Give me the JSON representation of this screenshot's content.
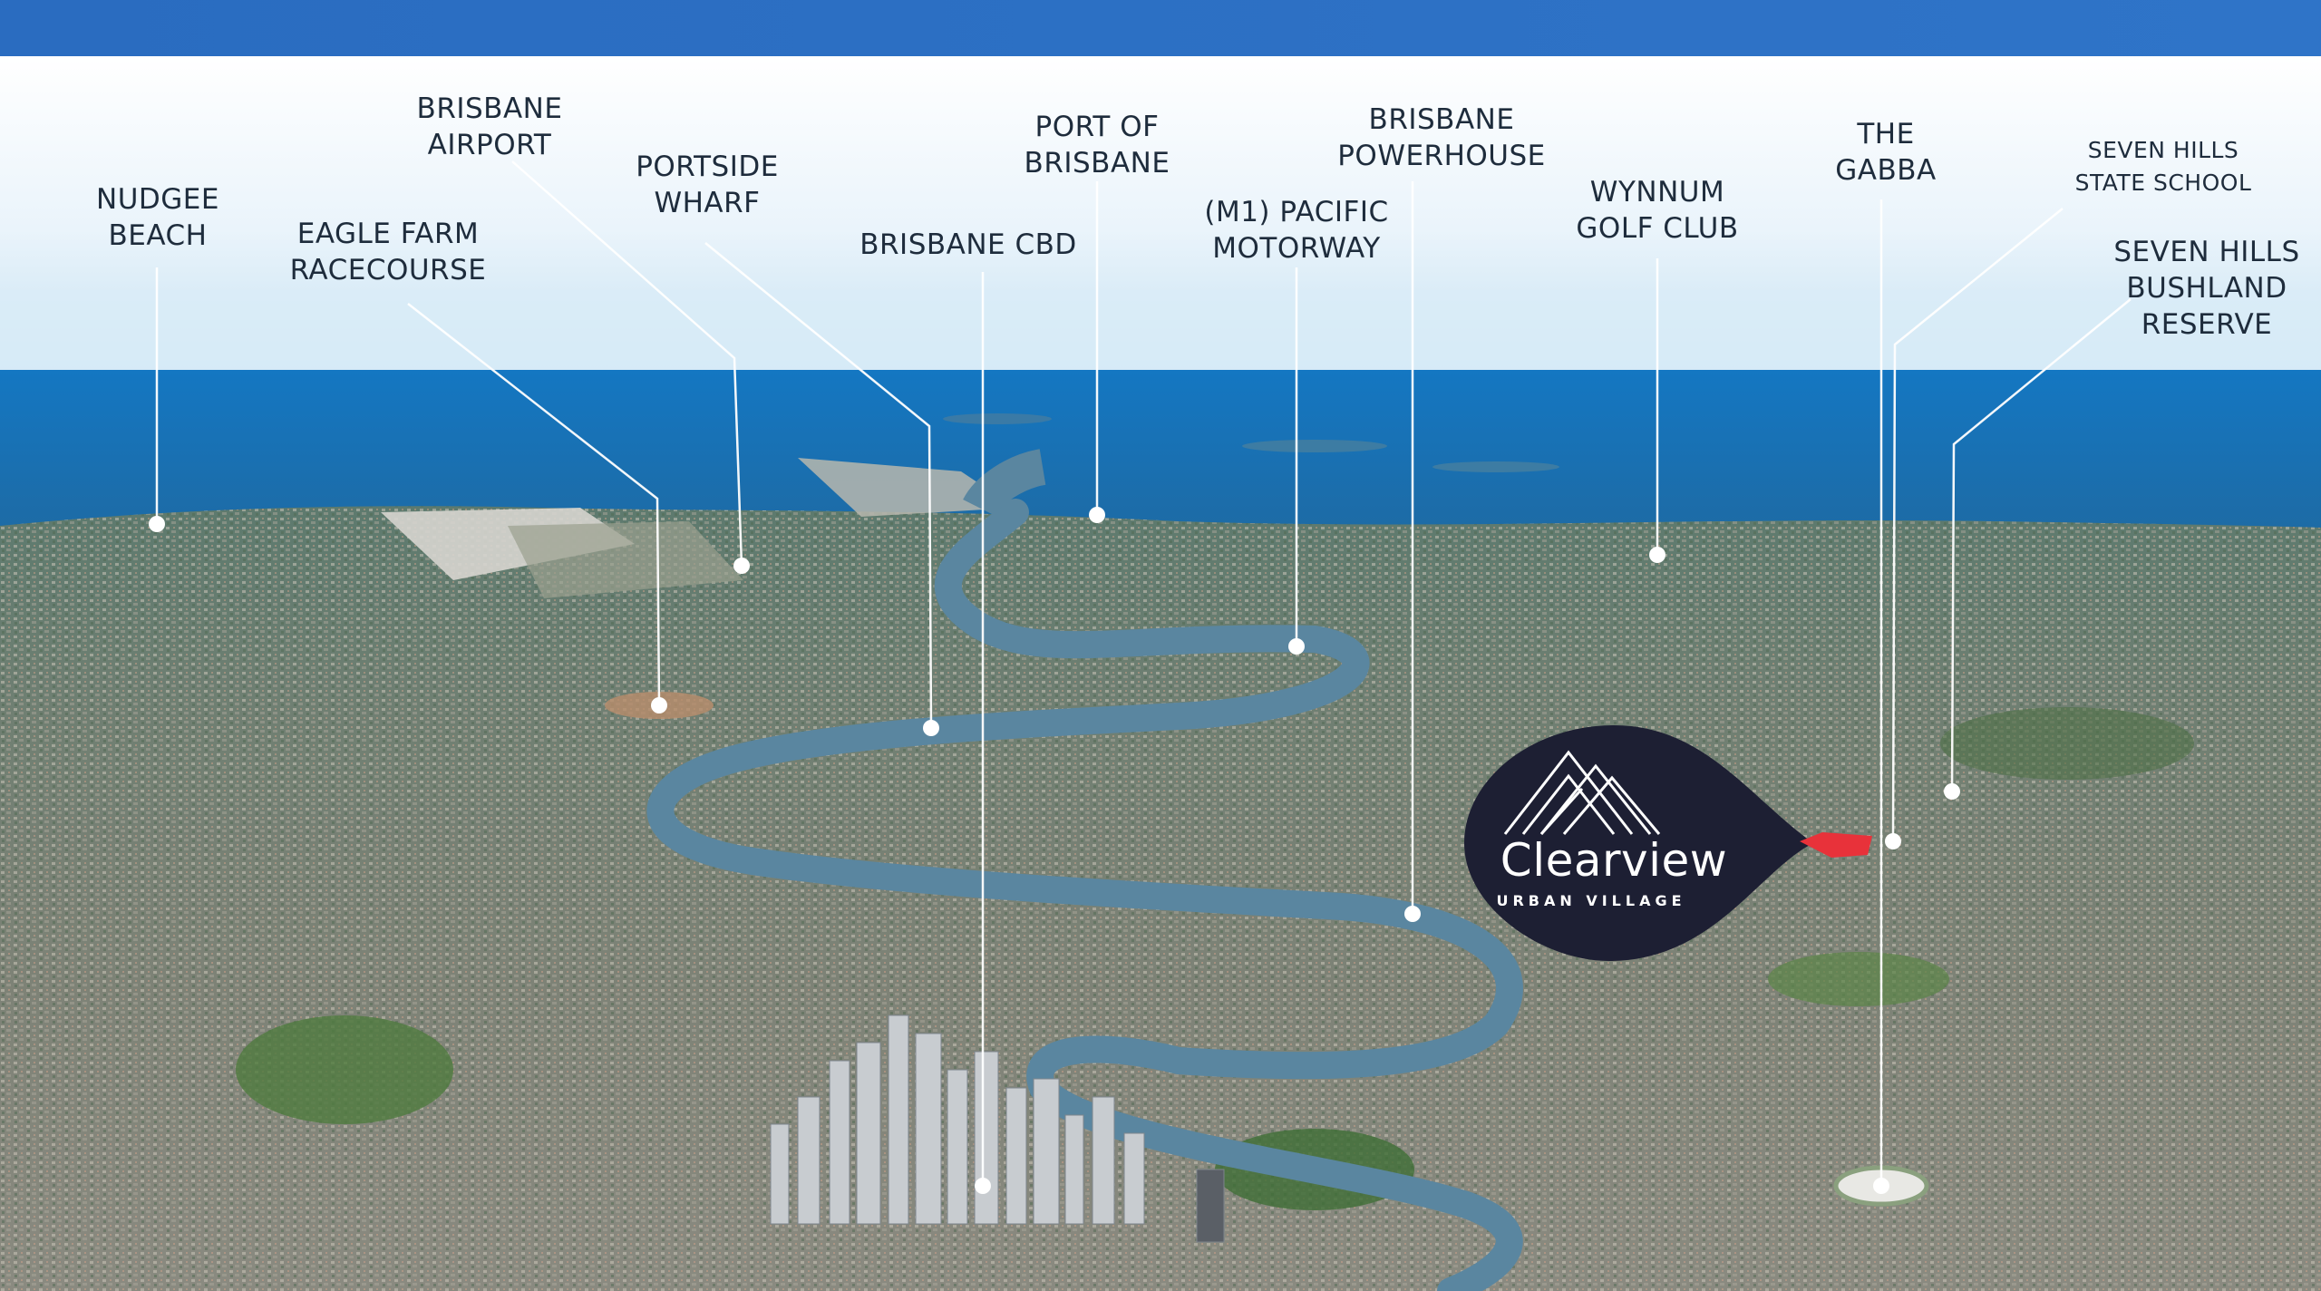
{
  "labels": [
    {
      "id": "nudgee-beach",
      "lines": [
        "NUDGEE",
        "BEACH"
      ]
    },
    {
      "id": "eagle-farm-racecourse",
      "lines": [
        "EAGLE FARM",
        "RACECOURSE"
      ]
    },
    {
      "id": "brisbane-airport",
      "lines": [
        "BRISBANE",
        "AIRPORT"
      ]
    },
    {
      "id": "portside-wharf",
      "lines": [
        "PORTSIDE",
        "WHARF"
      ]
    },
    {
      "id": "brisbane-cbd",
      "lines": [
        "BRISBANE CBD"
      ]
    },
    {
      "id": "port-of-brisbane",
      "lines": [
        "PORT OF",
        "BRISBANE"
      ]
    },
    {
      "id": "m1-pacific-motorway",
      "lines": [
        "(M1) PACIFIC",
        "MOTORWAY"
      ]
    },
    {
      "id": "brisbane-powerhouse",
      "lines": [
        "BRISBANE",
        "POWERHOUSE"
      ]
    },
    {
      "id": "wynnum-golf-club",
      "lines": [
        "WYNNUM",
        "GOLF CLUB"
      ]
    },
    {
      "id": "the-gabba",
      "lines": [
        "THE",
        "GABBA"
      ]
    },
    {
      "id": "seven-hills-state-school",
      "lines": [
        "SEVEN HILLS",
        "STATE SCHOOL"
      ]
    },
    {
      "id": "seven-hills-bushland-reserve",
      "lines": [
        "SEVEN HILLS",
        "BUSHLAND",
        "RESERVE"
      ]
    }
  ],
  "brand": {
    "name": "Clearview",
    "subtitle": "URBAN VILLAGE",
    "logo_icon": "mountain-peaks-icon",
    "pin_color": "#1d1f33",
    "site_marker_color": "#e8323a"
  },
  "colors": {
    "top_bar": "#2b6fc4",
    "sky": "#dfeef8",
    "sea": "#1a73b8",
    "river": "#4a7a98",
    "label_text": "#1e2c3c",
    "leader_line": "#ffffff"
  }
}
